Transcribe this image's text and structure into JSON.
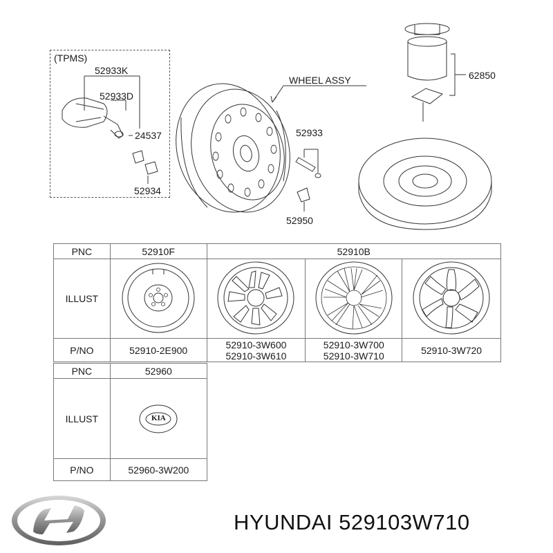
{
  "diagram": {
    "tpms_label": "(TPMS)",
    "callouts": {
      "p52933K": "52933K",
      "p52933D": "52933D",
      "p24537": "24537",
      "p52934": "52934",
      "wheel_assy": "WHEEL ASSY",
      "p52933": "52933",
      "p52950": "52950",
      "p62850": "62850"
    }
  },
  "table1": {
    "pnc_header": "PNC",
    "illust_header": "ILLUST",
    "pno_header": "P/NO",
    "pnc_steel": "52910F",
    "pnc_alloy": "52910B",
    "pn_steel": "52910-2E900",
    "pn_alloy1_a": "52910-3W600",
    "pn_alloy1_b": "52910-3W610",
    "pn_alloy2_a": "52910-3W700",
    "pn_alloy2_b": "52910-3W710",
    "pn_alloy3": "52910-3W720"
  },
  "table2": {
    "pnc_header": "PNC",
    "illust_header": "ILLUST",
    "pno_header": "P/NO",
    "pnc_cap": "52960",
    "cap_text": "KIA",
    "pn_cap": "52960-3W200"
  },
  "footer": {
    "brand_text": "HYUNDAI 529103W710"
  }
}
